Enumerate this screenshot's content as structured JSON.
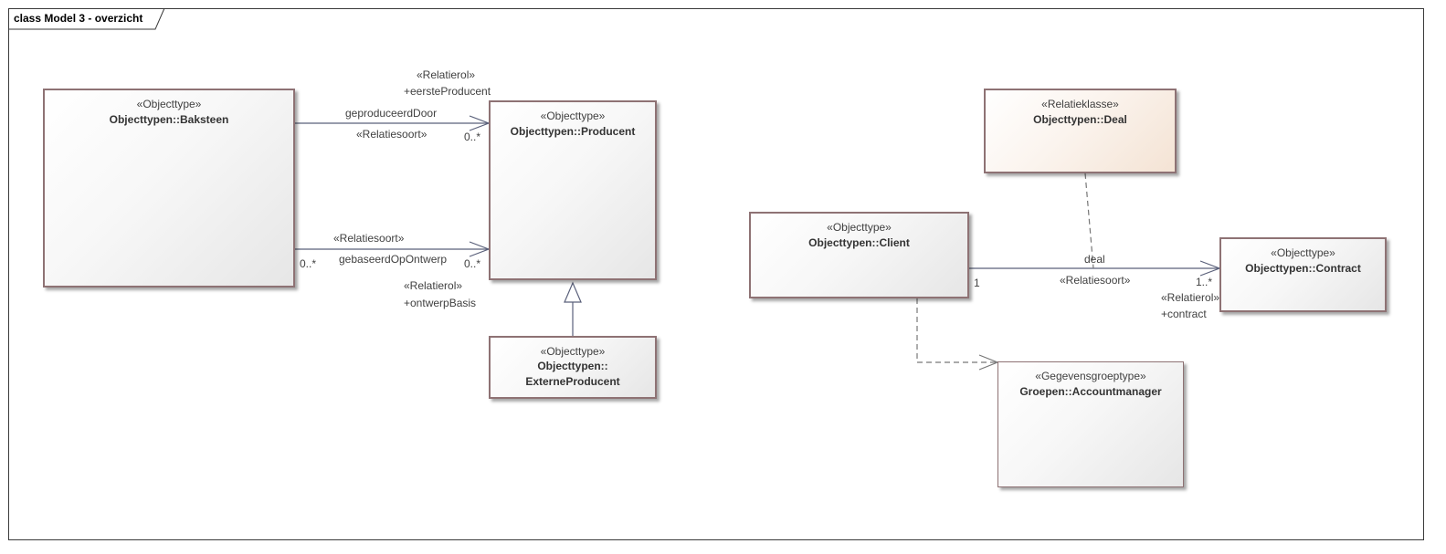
{
  "frame": {
    "title": "class Model 3 - overzicht"
  },
  "classes": {
    "baksteen": {
      "stereotype": "«Objecttype»",
      "name": "Objecttypen::Baksteen"
    },
    "producent": {
      "stereotype": "«Objecttype»",
      "name": "Objecttypen::Producent"
    },
    "externe": {
      "stereotype": "«Objecttype»",
      "name": "Objecttypen::",
      "name2": "ExterneProducent"
    },
    "deal": {
      "stereotype": "«Relatieklasse»",
      "name": "Objecttypen::Deal"
    },
    "client": {
      "stereotype": "«Objecttype»",
      "name": "Objecttypen::Client"
    },
    "contract": {
      "stereotype": "«Objecttype»",
      "name": "Objecttypen::Contract"
    },
    "accountmanager": {
      "stereotype": "«Gegevensgroeptype»",
      "name": "Groepen::Accountmanager"
    }
  },
  "relations": {
    "geproduceerd": {
      "name": "geproduceerdDoor",
      "stereotype": "«Relatiesoort»",
      "role_stereotype": "«Relatierol»",
      "role": "+eersteProducent",
      "target_mult": "0..*"
    },
    "gebaseerd": {
      "name": "gebaseerdOpOntwerp",
      "stereotype": "«Relatiesoort»",
      "role_stereotype": "«Relatierol»",
      "role": "+ontwerpBasis",
      "source_mult": "0..*",
      "target_mult": "0..*"
    },
    "deal": {
      "name": "deal",
      "stereotype": "«Relatiesoort»",
      "source_mult": "1",
      "target_mult": "1..*",
      "role_stereotype": "«Relatierol»",
      "role": "+contract"
    }
  },
  "colors": {
    "line": "#5a607a",
    "box_border": "#8e7274",
    "deal_fill": "#f4e3d4"
  }
}
